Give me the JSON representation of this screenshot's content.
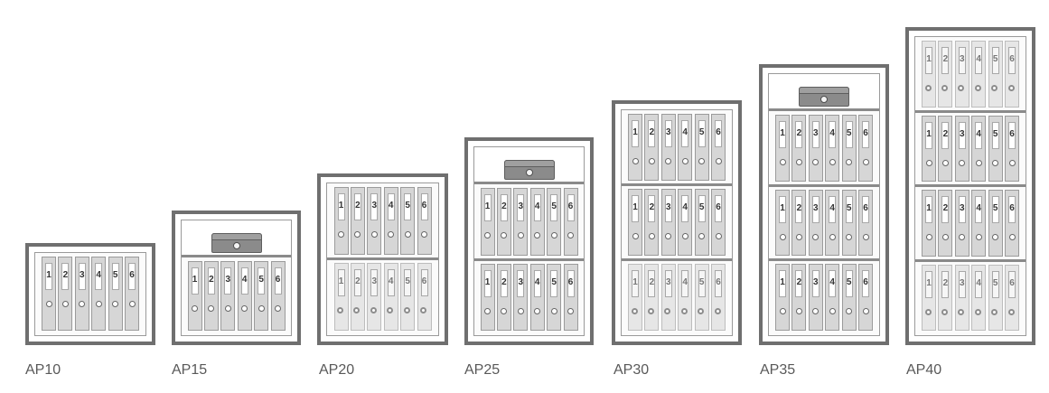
{
  "models": [
    {
      "name": "AP10",
      "shelves": [
        {
          "binders": [
            "1",
            "2",
            "3",
            "4",
            "5",
            "6"
          ],
          "ghost": false
        }
      ],
      "cashbox": false
    },
    {
      "name": "AP15",
      "shelves": [
        {
          "binders": [
            "1",
            "2",
            "3",
            "4",
            "5",
            "6"
          ],
          "ghost": false
        }
      ],
      "cashbox": true
    },
    {
      "name": "AP20",
      "shelves": [
        {
          "binders": [
            "1",
            "2",
            "3",
            "4",
            "5",
            "6"
          ],
          "ghost": false
        },
        {
          "binders": [
            "1",
            "2",
            "3",
            "4",
            "5",
            "6"
          ],
          "ghost": true
        }
      ],
      "cashbox": false
    },
    {
      "name": "AP25",
      "shelves": [
        {
          "binders": [
            "1",
            "2",
            "3",
            "4",
            "5",
            "6"
          ],
          "ghost": false
        },
        {
          "binders": [
            "1",
            "2",
            "3",
            "4",
            "5",
            "6"
          ],
          "ghost": false
        }
      ],
      "cashbox": true
    },
    {
      "name": "AP30",
      "shelves": [
        {
          "binders": [
            "1",
            "2",
            "3",
            "4",
            "5",
            "6"
          ],
          "ghost": false
        },
        {
          "binders": [
            "1",
            "2",
            "3",
            "4",
            "5",
            "6"
          ],
          "ghost": false
        },
        {
          "binders": [
            "1",
            "2",
            "3",
            "4",
            "5",
            "6"
          ],
          "ghost": true
        }
      ],
      "cashbox": false
    },
    {
      "name": "AP35",
      "shelves": [
        {
          "binders": [
            "1",
            "2",
            "3",
            "4",
            "5",
            "6"
          ],
          "ghost": false
        },
        {
          "binders": [
            "1",
            "2",
            "3",
            "4",
            "5",
            "6"
          ],
          "ghost": false
        },
        {
          "binders": [
            "1",
            "2",
            "3",
            "4",
            "5",
            "6"
          ],
          "ghost": false
        }
      ],
      "cashbox": true
    },
    {
      "name": "AP40",
      "shelves": [
        {
          "binders": [
            "1",
            "2",
            "3",
            "4",
            "5",
            "6"
          ],
          "ghost": true
        },
        {
          "binders": [
            "1",
            "2",
            "3",
            "4",
            "5",
            "6"
          ],
          "ghost": false
        },
        {
          "binders": [
            "1",
            "2",
            "3",
            "4",
            "5",
            "6"
          ],
          "ghost": false
        },
        {
          "binders": [
            "1",
            "2",
            "3",
            "4",
            "5",
            "6"
          ],
          "ghost": true
        }
      ],
      "cashbox": false
    }
  ]
}
